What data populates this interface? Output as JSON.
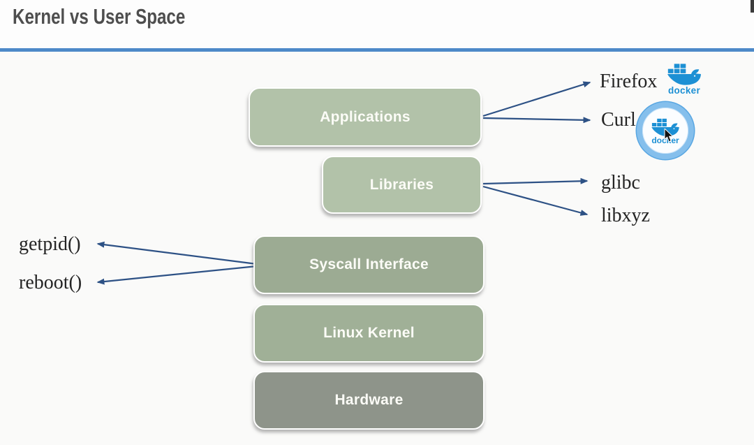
{
  "header": {
    "title": "Kernel vs User Space"
  },
  "diagram": {
    "boxes": {
      "applications": {
        "label": "Applications"
      },
      "libraries": {
        "label": "Libraries"
      },
      "syscall_interface": {
        "label": "Syscall Interface"
      },
      "linux_kernel": {
        "label": "Linux Kernel"
      },
      "hardware": {
        "label": "Hardware"
      }
    },
    "application_examples": {
      "firefox": "Firefox",
      "curl": "Curl"
    },
    "library_examples": {
      "glibc": "glibc",
      "libxyz": "libxyz"
    },
    "syscall_examples": {
      "getpid": "getpid()",
      "reboot": "reboot()"
    },
    "docker_logo_caption": "docker"
  },
  "colors": {
    "accent_line": "#4d89c8",
    "box_green_light": "#b2c2a9",
    "box_green_mid": "#9cab93",
    "box_green_kernel": "#a0b097",
    "box_gray": "#8e948a",
    "arrow_blue": "#2d5185",
    "docker_blue": "#1d90d4",
    "title_text": "#4e4e4e",
    "annotation_text": "#242424"
  }
}
